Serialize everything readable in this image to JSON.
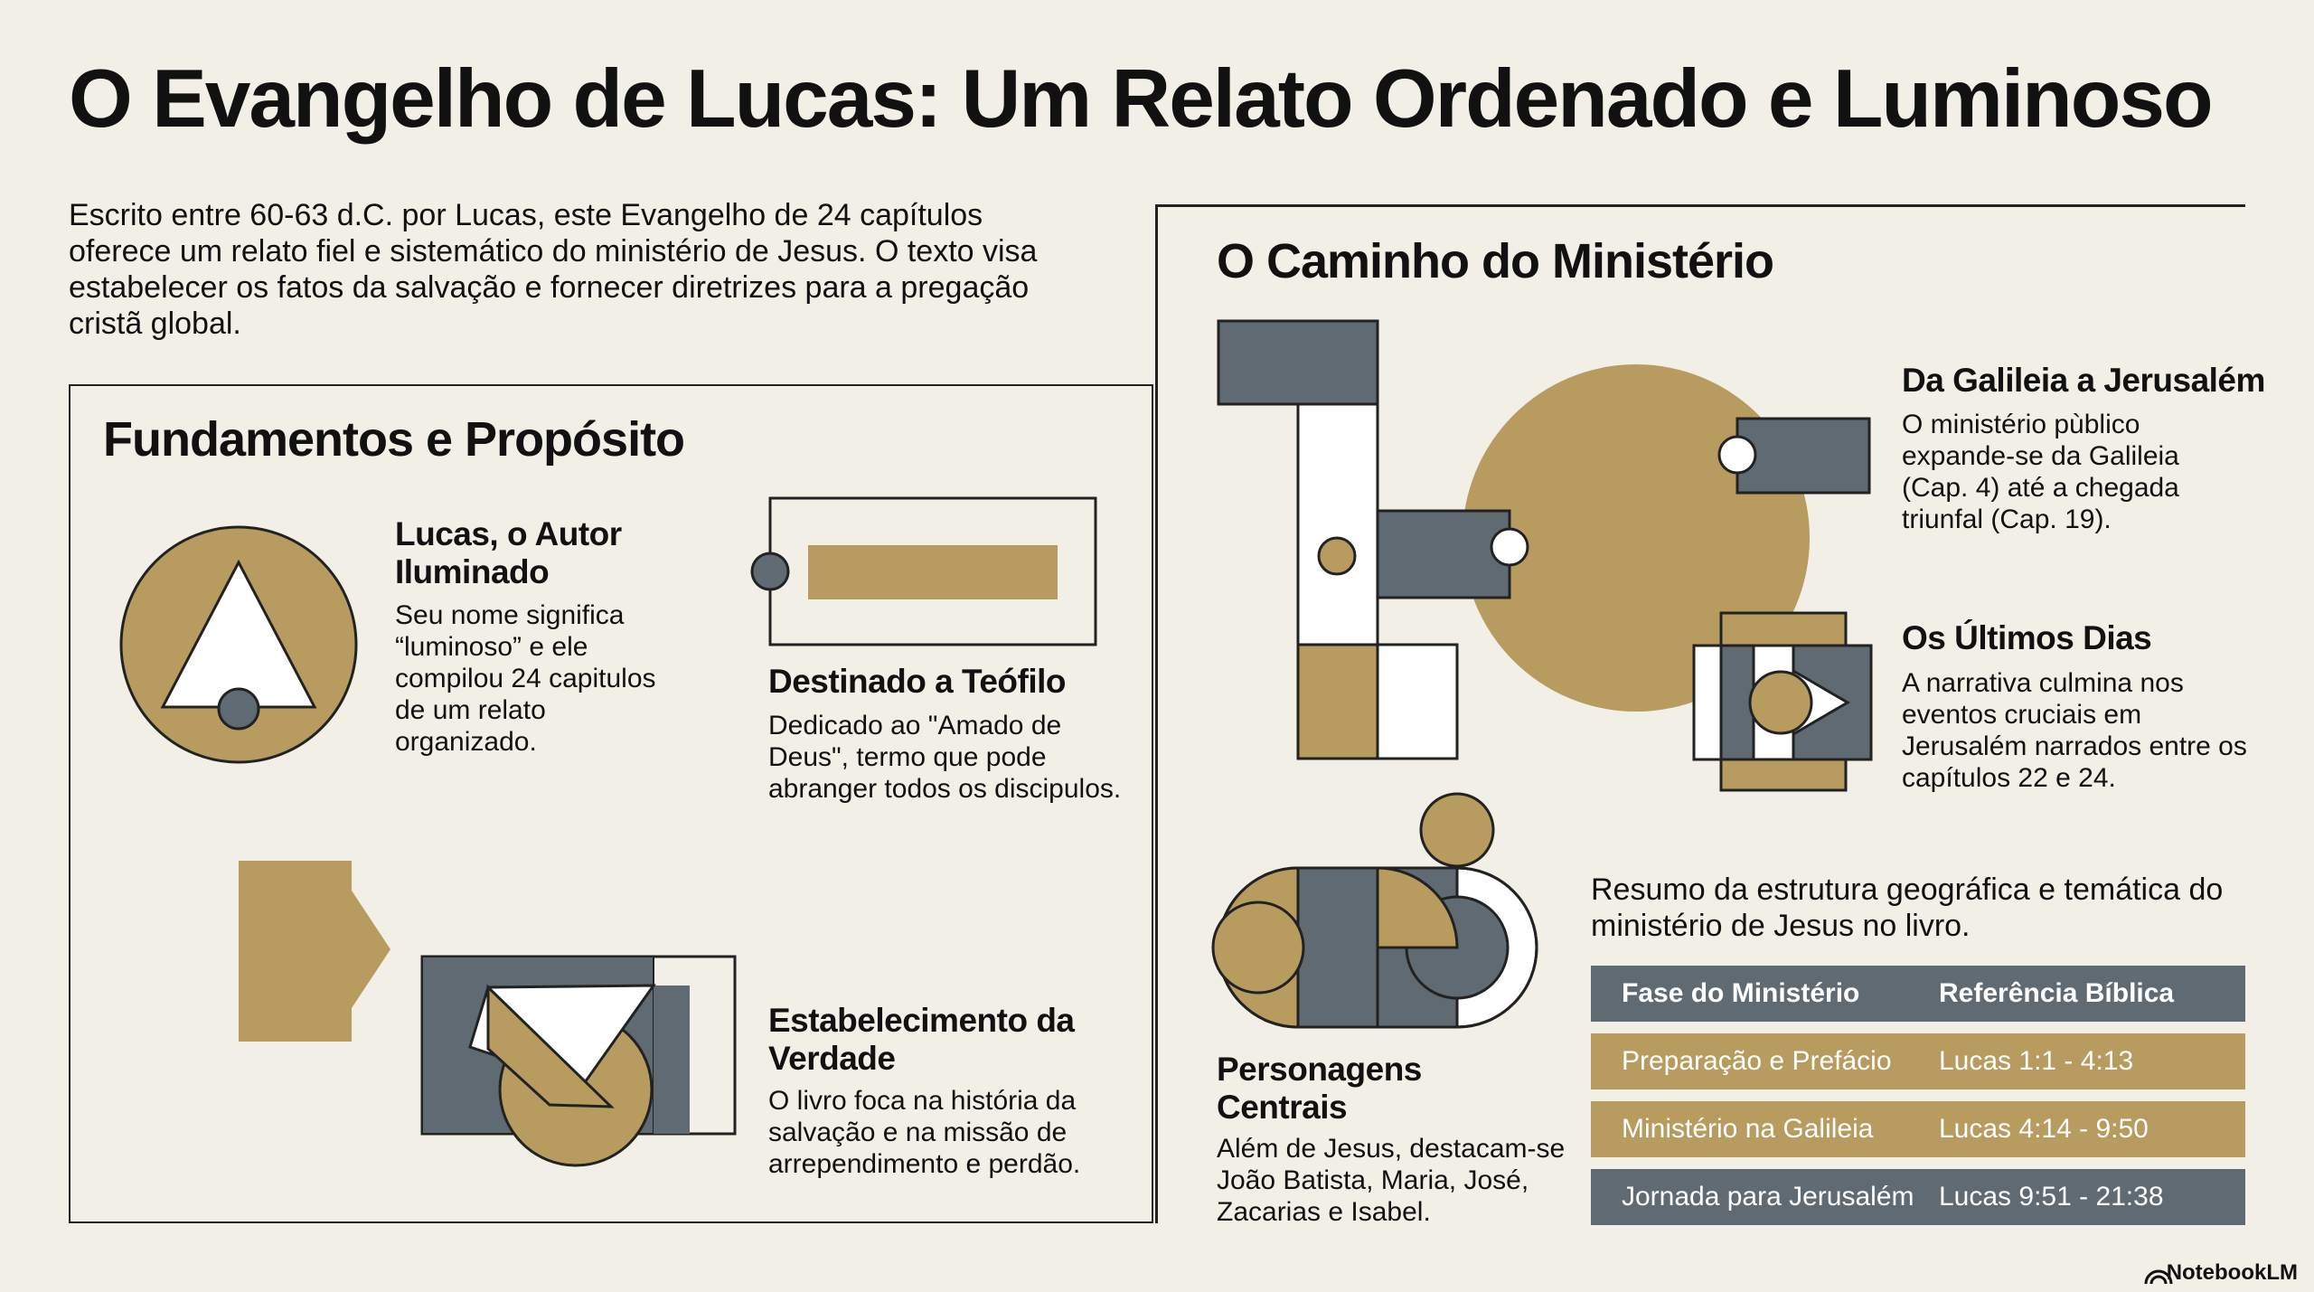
{
  "title": "O Evangelho de Lucas: Um Relato Ordenado e Luminoso",
  "intro": "Escrito entre 60-63 d.C. por Lucas, este Evangelho de 24 capítulos oferece um relato fiel e sistemático do ministério de Jesus. O texto visa estabelecer os fatos da salvação e fornecer diretrizes para a pregação cristã global.",
  "left_panel": {
    "heading": "Fundamentos e Propósito",
    "author": {
      "title": "Lucas, o Autor Iluminado",
      "text": "Seu nome significa “luminoso” e ele compilou 24 capitulos de um relato organizado."
    },
    "recipient": {
      "title": "Destinado a Teófilo",
      "text": "Dedicado ao \"Amado de Deus\", termo que pode abranger todos os discipulos."
    },
    "truth": {
      "title": "Estabelecimento da Verdade",
      "text": "O livro foca na história da salvação e na missão de arrependimento e perdão."
    }
  },
  "right_panel": {
    "heading": "O Caminho do Ministério",
    "galilee": {
      "title": "Da Galileia a Jerusalém",
      "text": "O ministério pùblico expande-se da Galileia (Cap. 4) até a chegada triunfal (Cap. 19)."
    },
    "last_days": {
      "title": "Os Últimos Dias",
      "text": "A narrativa culmina nos eventos cruciais em Jerusalém narrados entre os capítulos 22 e 24."
    },
    "characters": {
      "title": "Personagens Centrais",
      "text": "Além de Jesus, destacam-se João Batista, Maria, José, Zacarias e Isabel."
    },
    "summary": "Resumo da estrutura geográfica e temática do ministério de Jesus no livro.",
    "table": {
      "headers": [
        "Fase do Ministério",
        "Referência Bíblica"
      ],
      "rows": [
        [
          "Preparação e Prefácio",
          "Lucas 1:1 - 4:13"
        ],
        [
          "Ministério na Galileia",
          "Lucas 4:14 - 9:50"
        ],
        [
          "Jornada para Jerusalém",
          "Lucas 9:51 - 21:38"
        ]
      ]
    }
  },
  "brand": "NotebookLM",
  "colors": {
    "gold": "#b89b5e",
    "slate": "#5f6a72",
    "background": "#f1efe6",
    "ink": "#222222"
  }
}
